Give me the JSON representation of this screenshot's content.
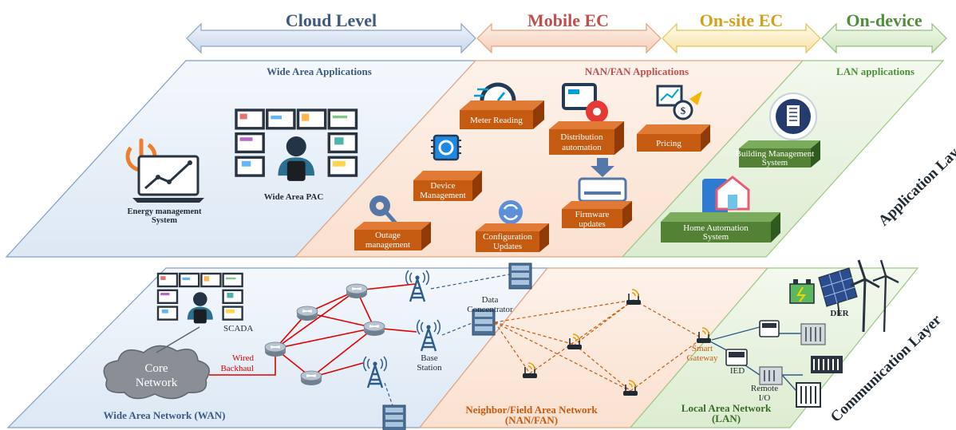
{
  "headers": {
    "cloud": "Cloud Level",
    "mobile": "Mobile EC",
    "onsite": "On-site EC",
    "ondevice": "On-device"
  },
  "layers": {
    "application": "Application Layer",
    "communication": "Communication Layer"
  },
  "app_regions": {
    "wide_area": "Wide Area Applications",
    "nan_fan": "NAN/FAN Applications",
    "lan": "LAN applications"
  },
  "app_items": {
    "ems": [
      "Energy management",
      "System"
    ],
    "wide_area_pac": "Wide Area PAC",
    "meter_reading": "Meter Reading",
    "distribution_automation": [
      "Distribution",
      "automation"
    ],
    "pricing": "Pricing",
    "device_management": [
      "Device",
      "Management"
    ],
    "outage_management": [
      "Outage",
      "management"
    ],
    "configuration_updates": [
      "Configuration",
      "Updates"
    ],
    "firmware_updates": [
      "Firmware",
      "updates"
    ],
    "building_management": [
      "Building Management",
      "System"
    ],
    "home_automation": [
      "Home Automation",
      "System"
    ]
  },
  "comm_items": {
    "scada": "SCADA",
    "core_network": [
      "Core",
      "Network"
    ],
    "wired_backhaul": [
      "Wired",
      "Backhaul"
    ],
    "data_concentrator": [
      "Data",
      "Concentrator"
    ],
    "base_station": [
      "Base",
      "Station"
    ],
    "smart_gateway": [
      "Smart",
      "Gateway"
    ],
    "ied": "IED",
    "remote_io": [
      "Remote",
      "I/O"
    ],
    "der": "DER",
    "wan": "Wide Area Network (WAN)",
    "nan_fan": [
      "Neighbor/Field Area Network",
      "(NAN/FAN)"
    ],
    "lan": [
      "Local Area Network",
      "(LAN)"
    ]
  },
  "colors": {
    "cloud": "#3d5a80",
    "mobile": "#c0504d",
    "onsite": "#d4a017",
    "ondevice": "#4e8f3a",
    "box_orange": "#c55a11",
    "box_green": "#548235",
    "wired": "#e00000",
    "router": "#8c9aa8"
  }
}
